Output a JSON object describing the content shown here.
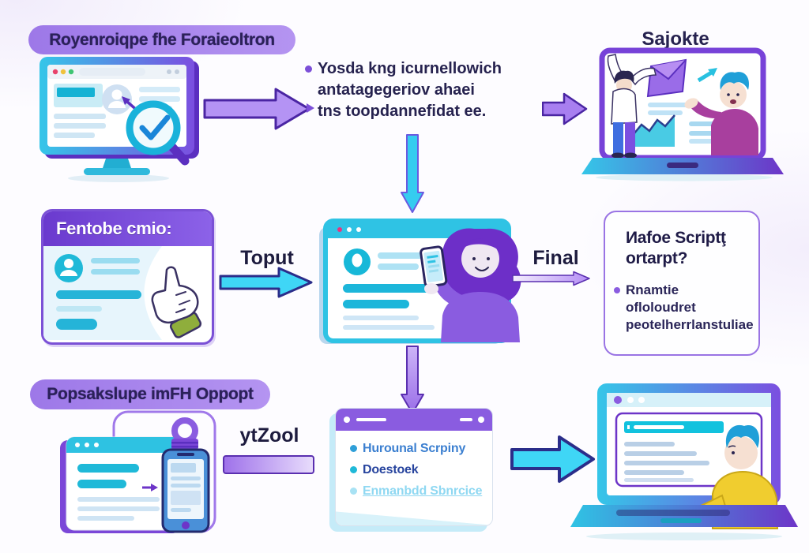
{
  "top_row": {
    "title_pill": "Royenroiqpe fhe Foraieoltron",
    "bullets": [
      "Yosda kng icurnellowich",
      "antatagegeriov ahaei",
      "tns toopdannefidat ee."
    ],
    "screen_label": "Sajokte"
  },
  "middle_row": {
    "card_header": "Fentobe cmio:",
    "arrow_in_label": "Toput",
    "arrow_out_label": "Final",
    "result_card": {
      "title_line1": "Иafoe Scriptţ",
      "title_line2": "ortarpt?",
      "bullet_line1": "Rnamtie ofloloudret",
      "bullet_line2": "peotelherrlanstuliae"
    }
  },
  "bottom_row": {
    "title_pill": "Popsakslupe imFH Oppopt",
    "tool_label": "ytZool",
    "list": [
      {
        "text": "Hurounal Scrpiny",
        "color": "#3b7fd0"
      },
      {
        "text": "Doestoek",
        "color": "#27449e"
      },
      {
        "text": "Enmanbdd Sbnrcice",
        "color": "#8fd8f2",
        "underline": true
      }
    ]
  },
  "colors": {
    "background": "#fdfcff",
    "pill_purple": "#a985ec",
    "accent_purple": "#8a5ce0",
    "deep_purple_outline": "#4a25a3",
    "cyan": "#2ec2e2",
    "arrow_cyan": "#3fd6f6",
    "arrow_purple": "#b493f4",
    "navy_text": "#26224f",
    "light_blue_line": "#cfe4f4"
  },
  "icons": {
    "magnifier_check": "magnifier-with-checkmark",
    "padlock": "padlock-over-phone",
    "pointing_hand": "pointing-hand-cursor",
    "envelope": "envelope",
    "trend_arrow": "up-right-trend-arrow",
    "user_avatar": "person-avatar-circle",
    "browser_dots": "window-traffic-dots"
  }
}
